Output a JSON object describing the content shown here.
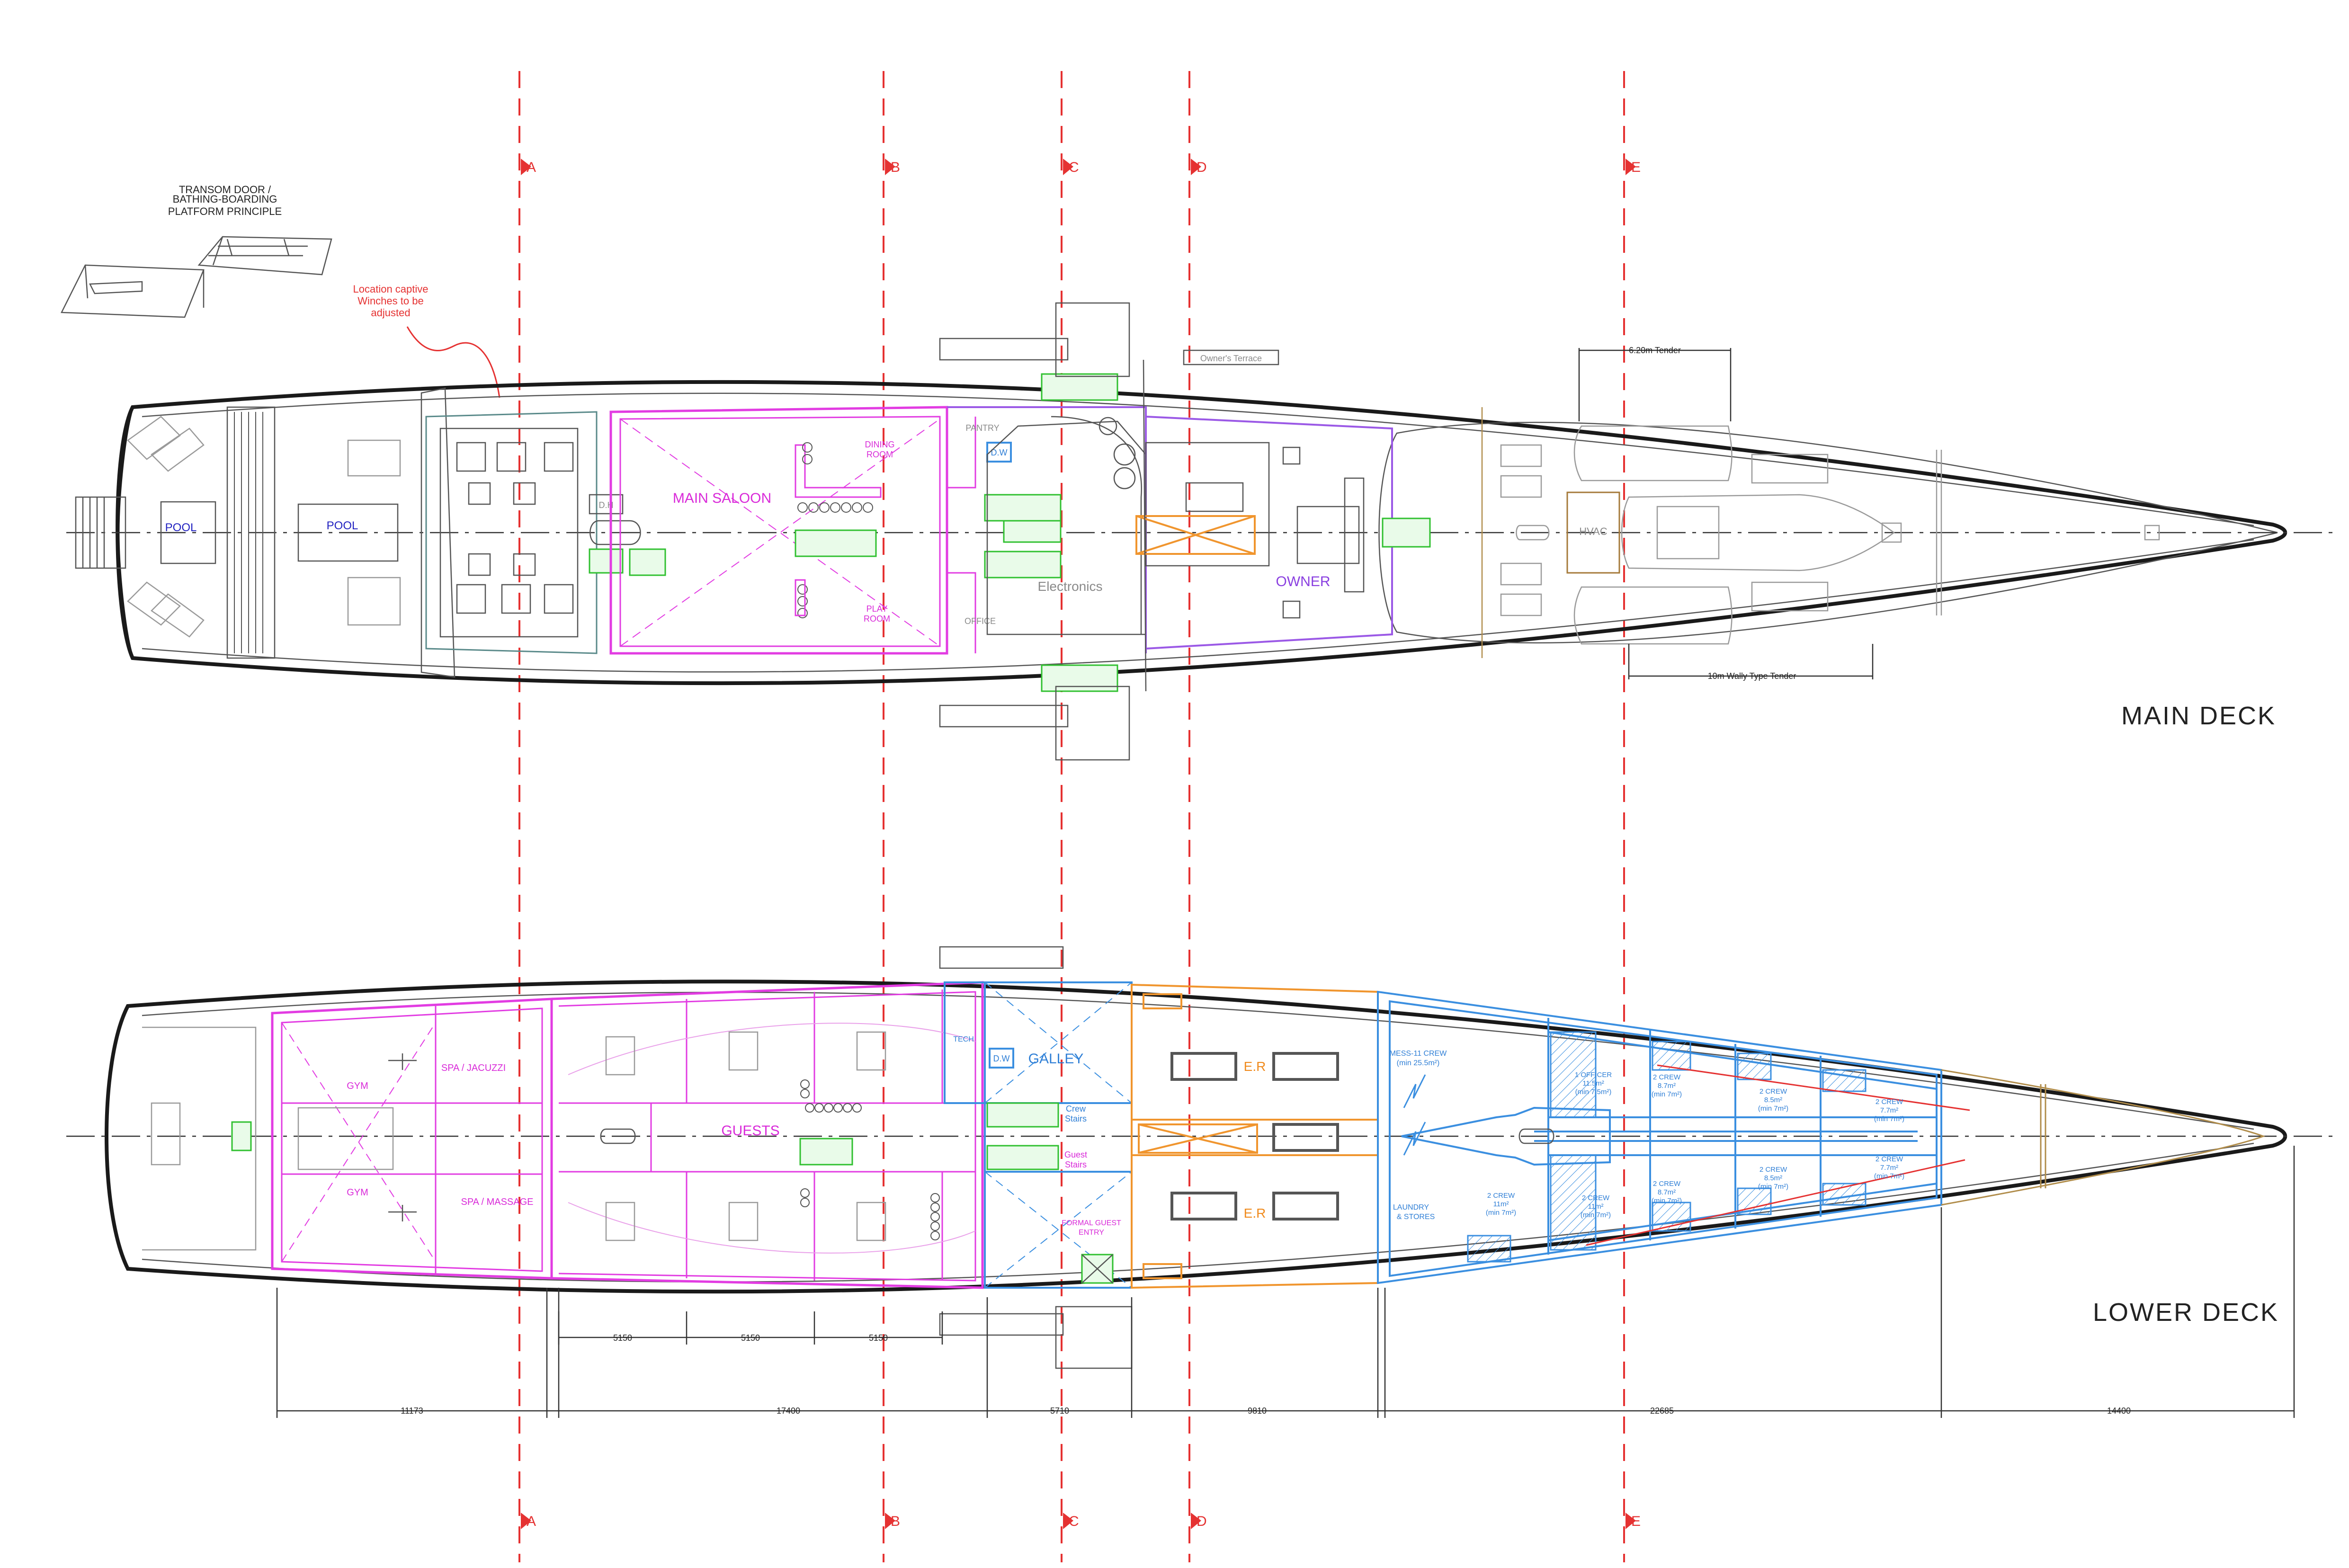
{
  "deck_titles": {
    "main": "MAIN DECK",
    "lower": "LOWER DECK"
  },
  "sections": [
    {
      "id": "A"
    },
    {
      "id": "B"
    },
    {
      "id": "C"
    },
    {
      "id": "D"
    },
    {
      "id": "E"
    }
  ],
  "notes": {
    "transom_1": "TRANSOM DOOR /",
    "transom_2": "BATHING-BOARDING",
    "transom_3": "PLATFORM PRINCIPLE",
    "winch_1": "Location captive",
    "winch_2": "Winches to be",
    "winch_3": "adjusted",
    "tender_small": "6.20m Tender",
    "tender_large": "10m Wally Type Tender",
    "owners_terrace": "Owner's Terrace"
  },
  "main_deck": {
    "pool_1": "POOL",
    "pool_2": "POOL",
    "dh": "D.H",
    "main_saloon": "MAIN SALOON",
    "dining_1": "DINING",
    "dining_2": "ROOM",
    "play_1": "PLAY",
    "play_2": "ROOM",
    "pantry": "PANTRY",
    "dw": "D.W",
    "office": "OFFICE",
    "electronics": "Electronics",
    "owner": "OWNER",
    "hvac": "HVAC"
  },
  "lower_deck": {
    "gym_1": "GYM",
    "gym_2": "GYM",
    "spa_jacuzzi": "SPA / JACUZZI",
    "spa_massage": "SPA / MASSAGE",
    "guests": "GUESTS",
    "tech": "TECH",
    "dw": "D.W",
    "galley": "GALLEY",
    "crew_stairs_1": "Crew",
    "crew_stairs_2": "Stairs",
    "guest_stairs_1": "Guest",
    "guest_stairs_2": "Stairs",
    "formal_entry_1": "FORMAL GUEST",
    "formal_entry_2": "ENTRY",
    "er_1": "E.R",
    "er_2": "E.R",
    "mess_1": "MESS-11 CREW",
    "mess_2": "(min 25.5m²)",
    "laundry_1": "LAUNDRY",
    "laundry_2": "& STORES",
    "officer_1": "1 OFFICER",
    "officer_2": "11.5m²",
    "officer_3": "(min 7.5m²)",
    "crew_a_1": "2 CREW",
    "crew_a_2": "8.7m²",
    "crew_a_3": "(min 7m²)",
    "crew_b_1": "2 CREW",
    "crew_b_2": "8.5m²",
    "crew_b_3": "(min 7m²)",
    "crew_c_1": "2 CREW",
    "crew_c_2": "7.7m²",
    "crew_c_3": "(min 7m²)",
    "crew_d_1": "2 CREW",
    "crew_d_2": "11m²",
    "crew_d_3": "(min 7m²)",
    "crew_e_1": "2 CREW",
    "crew_e_2": "11m²",
    "crew_e_3": "(min 7m²)",
    "crew_f_1": "2 CREW",
    "crew_f_2": "8.7m²",
    "crew_f_3": "(min 7m²)",
    "crew_g_1": "2 CREW",
    "crew_g_2": "8.5m²",
    "crew_g_3": "(min 7m²)",
    "crew_h_1": "2 CREW",
    "crew_h_2": "7.7m²",
    "crew_h_3": "(min 7m²)"
  },
  "dimensions": {
    "cabin_1": "5150",
    "cabin_2": "5150",
    "cabin_3": "5150",
    "d1": "11173",
    "d2": "17400",
    "d3": "5710",
    "d4": "9810",
    "d5": "22685",
    "d6": "14400"
  }
}
